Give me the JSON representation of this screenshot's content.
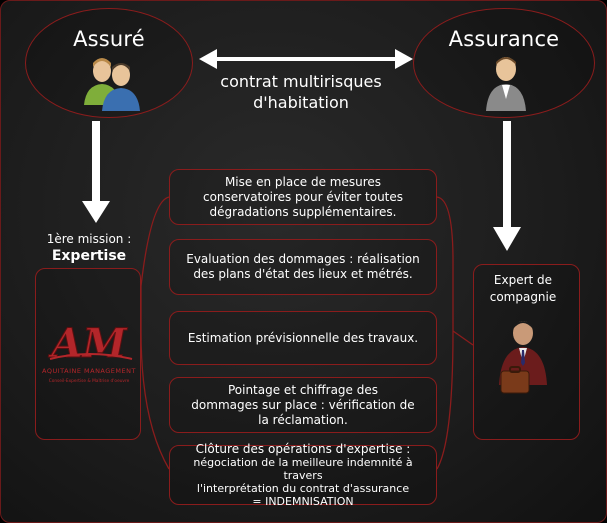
{
  "nodes": {
    "insured": {
      "label": "Assuré"
    },
    "insurer": {
      "label": "Assurance"
    }
  },
  "relation": {
    "label_line1": "contrat multirisques",
    "label_line2": "d'habitation"
  },
  "mission": {
    "label": "1ère mission :",
    "name": "Expertise"
  },
  "expert": {
    "label_line1": "Expert de",
    "label_line2": "compagnie"
  },
  "logo": {
    "initials": "AM",
    "company": "AQUITAINE MANAGEMENT",
    "tagline": "Conseil-Expertise & Maîtrise d'oeuvre"
  },
  "steps": [
    {
      "lines": [
        "Mise en place de mesures",
        "conservatoires pour éviter toutes",
        "dégradations supplémentaires."
      ]
    },
    {
      "lines": [
        "Evaluation des dommages : réalisation",
        "des plans d'état des lieux et métrés."
      ]
    },
    {
      "lines": [
        "Estimation prévisionnelle des travaux."
      ]
    },
    {
      "lines": [
        "Pointage et chiffrage des",
        "dommages sur place : vérification de",
        "la réclamation."
      ]
    },
    {
      "lines": [
        "Clôture des opérations d'expertise :",
        "négociation de la meilleure indemnité à travers",
        "l'interprétation du contrat d'assurance",
        "= INDEMNISATION"
      ]
    }
  ],
  "colors": {
    "border": "#8a1c1c",
    "background": "#1c1c1c",
    "text": "#ffffff",
    "logo_red": "#b3262a"
  }
}
